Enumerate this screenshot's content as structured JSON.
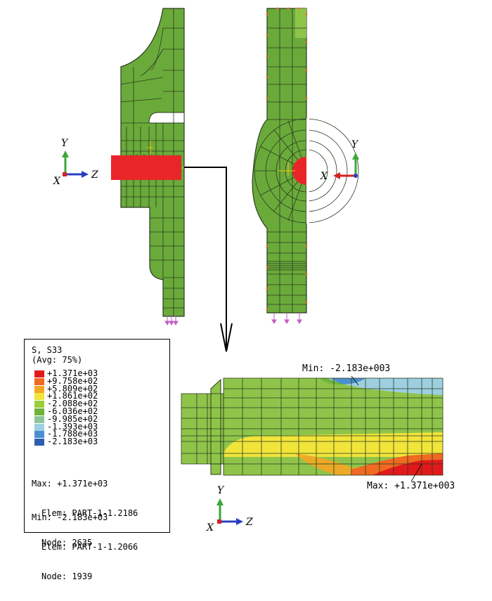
{
  "legend": {
    "title_line1": "S, S33",
    "title_line2": "(Avg: 75%)",
    "entries": [
      {
        "value": "+1.371e+03",
        "color": "#e2191b"
      },
      {
        "value": "+9.758e+02",
        "color": "#f06a21"
      },
      {
        "value": "+5.809e+02",
        "color": "#f5a623"
      },
      {
        "value": "+1.861e+02",
        "color": "#f1e53a"
      },
      {
        "value": "-2.088e+02",
        "color": "#9bcc3a"
      },
      {
        "value": "-6.036e+02",
        "color": "#6cb43a"
      },
      {
        "value": "-9.985e+02",
        "color": "#8ec59a"
      },
      {
        "value": "-1.393e+03",
        "color": "#9dcfe0"
      },
      {
        "value": "-1.788e+03",
        "color": "#4a8fcf"
      },
      {
        "value": "-2.183e+03",
        "color": "#2d5fb0"
      }
    ],
    "max_label": "Max: +1.371e+03",
    "max_elem": "Elem: PART-1-1.2186",
    "max_node": "Node: 2635",
    "min_label": "Min: -2.183e+03",
    "min_elem": "Elem: PART-1-1.2066",
    "min_node": "Node: 1939"
  },
  "annotations": {
    "min": "Min: -2.183e+003",
    "max": "Max: +1.371e+003"
  },
  "triads": {
    "left": {
      "y": "Y",
      "x": "X",
      "z": "Z"
    },
    "right": {
      "y": "Y",
      "x": "X"
    },
    "bottom": {
      "y": "Y",
      "x": "X",
      "z": "Z"
    }
  },
  "colors": {
    "mesh_green": "#6aaa3a",
    "mesh_line": "#2a3a20",
    "hot": "#e8262a",
    "yellow": "#f1e53a",
    "light_green": "#9bcc3a",
    "orange": "#f06a21",
    "blue": "#4a8fcf"
  }
}
